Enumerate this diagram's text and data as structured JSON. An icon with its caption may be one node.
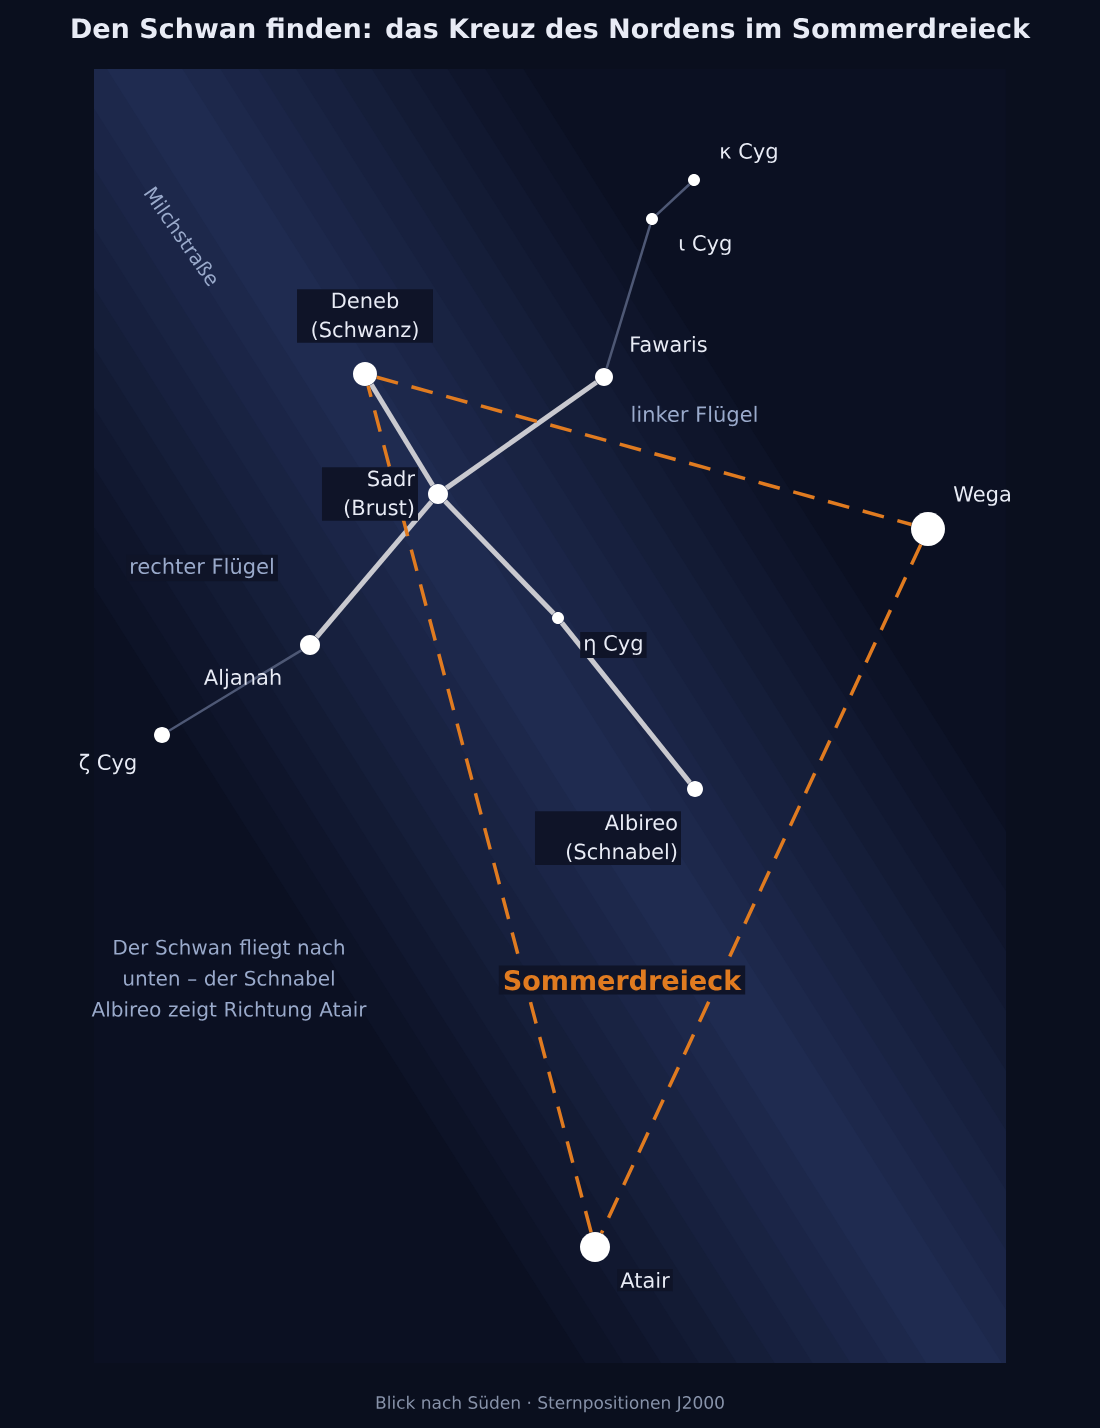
{
  "diagram": {
    "title": "Den Schwan finden: das Kreuz des Nordens im Sommerdreieck",
    "caption": "Blick nach Süden · Sternpositionen J2000",
    "nodes": [
      {
        "text": [],
        "shape": "circle",
        "beside": [
          "Deneb (Schwanz)"
        ]
      },
      {
        "text": [],
        "shape": "circle",
        "beside": [
          "Sadr (Brust)"
        ]
      },
      {
        "text": [],
        "shape": "circle",
        "beside": [
          "Fawaris"
        ]
      },
      {
        "text": [],
        "shape": "circle",
        "beside": [
          "ι Cyg"
        ]
      },
      {
        "text": [],
        "shape": "circle",
        "beside": [
          "κ Cyg"
        ]
      },
      {
        "text": [],
        "shape": "circle",
        "beside": [
          "Aljanah"
        ]
      },
      {
        "text": [],
        "shape": "circle",
        "beside": [
          "ζ Cyg"
        ]
      },
      {
        "text": [],
        "shape": "circle",
        "beside": [
          "η Cyg"
        ]
      },
      {
        "text": [],
        "shape": "circle",
        "beside": [
          "Albireo (Schnabel)"
        ]
      },
      {
        "text": [],
        "shape": "circle",
        "beside": [
          "Wega"
        ]
      },
      {
        "text": [],
        "shape": "circle",
        "beside": [
          "Atair"
        ]
      }
    ],
    "edges": [
      {
        "from": 0,
        "to": 1,
        "arrow": "none"
      },
      {
        "from": 1,
        "to": 2,
        "arrow": "none"
      },
      {
        "from": 1,
        "to": 5,
        "arrow": "none"
      },
      {
        "from": 1,
        "to": 7,
        "arrow": "none"
      },
      {
        "from": 7,
        "to": 8,
        "arrow": "none"
      },
      {
        "from": 2,
        "to": 3,
        "arrow": "none",
        "color": "#4e5875"
      },
      {
        "from": 3,
        "to": 4,
        "arrow": "none",
        "color": "#4e5875"
      },
      {
        "from": 5,
        "to": 6,
        "arrow": "none",
        "color": "#4e5875"
      },
      {
        "from": 0,
        "to": 9,
        "arrow": "none",
        "style": "dashed",
        "color": "#e07b20"
      },
      {
        "from": 9,
        "to": 10,
        "arrow": "none",
        "style": "dashed",
        "color": "#e07b20"
      },
      {
        "from": 10,
        "to": 0,
        "arrow": "none",
        "style": "dashed",
        "color": "#e07b20"
      }
    ],
    "labels": [
      "Milchstraße",
      "linker Flügel",
      "rechter Flügel",
      "Sommerdreieck",
      "Der Schwan fliegt nach unten – der Schnabel Albireo zeigt Richtung Atair"
    ]
  }
}
